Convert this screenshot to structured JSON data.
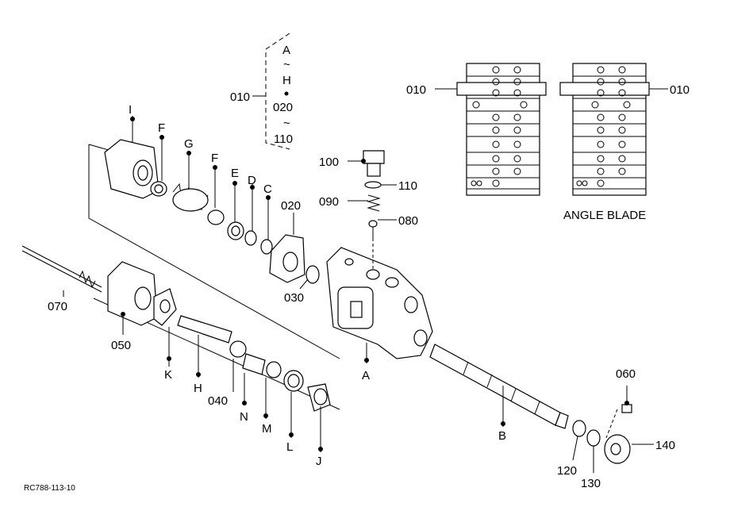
{
  "group_bracket": {
    "ref": "010",
    "top": "A",
    "tilde1": "~",
    "mid": "H",
    "dot_ref": "020",
    "tilde2": "~",
    "bottom": "110"
  },
  "callouts": {
    "I": "I",
    "F1": "F",
    "G": "G",
    "F2": "F",
    "E": "E",
    "D": "D",
    "C": "C",
    "020": "020",
    "030": "030",
    "070": "070",
    "050": "050",
    "K": "K",
    "H": "H",
    "040": "040",
    "N": "N",
    "M": "M",
    "L": "L",
    "J": "J",
    "A": "A",
    "B": "B",
    "100": "100",
    "110": "110",
    "090": "090",
    "080": "080",
    "060": "060",
    "140": "140",
    "120": "120",
    "130": "130"
  },
  "stack_labels": {
    "left_ref": "010",
    "right_ref": "010",
    "caption": "ANGLE BLADE"
  },
  "footer_code": "RC788-113-10"
}
